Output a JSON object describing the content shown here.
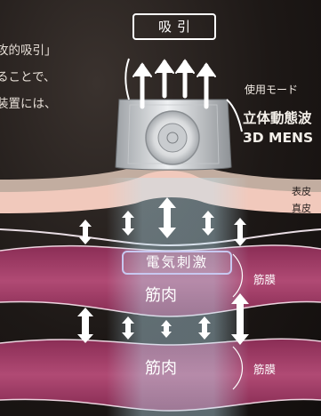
{
  "intro": {
    "line1": "攻的吸引」",
    "line2": "ることで、",
    "line3": "装置には、"
  },
  "suction_label": "吸引",
  "mode": {
    "label": "使用モード",
    "name": "立体動態波",
    "name_en": "3D MENS"
  },
  "layers": {
    "epidermis": "表皮",
    "dermis": "真皮",
    "electric_stimulation": "電気刺激",
    "muscle_top": "筋肉",
    "muscle_bottom": "筋肉",
    "fascia_top": "筋膜",
    "fascia_bottom": "筋膜"
  },
  "colors": {
    "muscle": "#a8406a",
    "skin_epidermis": "#c9b4a8",
    "skin_dermis": "#f1c9bc",
    "beam": "#bfe6f5",
    "device": "#e4e6e8"
  }
}
